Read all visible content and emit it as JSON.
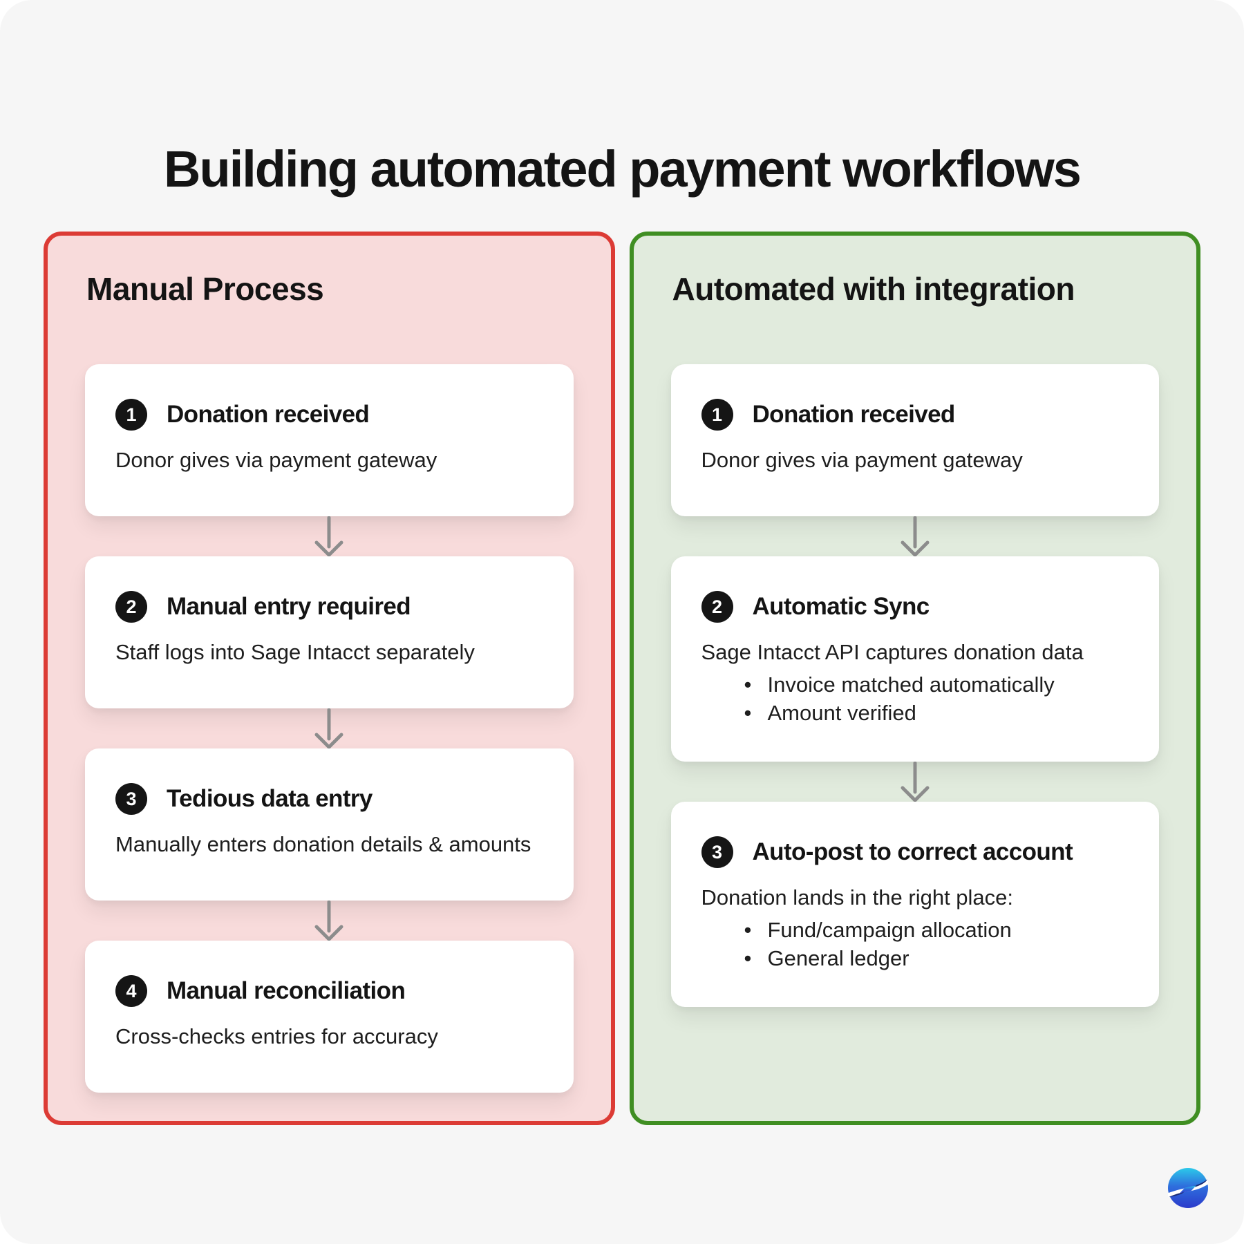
{
  "title": "Building automated payment workflows",
  "colors": {
    "page_bg": "#f6f6f6",
    "manual_border": "#dc3b35",
    "manual_bg": "#f8dbdb",
    "auto_border": "#3f8e22",
    "auto_bg": "#e1ebdd",
    "card_bg": "#ffffff",
    "badge_bg": "#151515",
    "arrow": "#8c8c8c",
    "logo_gradient_top": "#2cc9ea",
    "logo_gradient_bottom": "#2b3bcb"
  },
  "icons": {
    "step_connector": "down-arrow-icon",
    "brand": "lightning-circle-logo"
  },
  "panels": [
    {
      "id": "manual",
      "heading": "Manual Process",
      "steps": [
        {
          "number": "1",
          "title": "Donation received",
          "description": "Donor gives via payment gateway"
        },
        {
          "number": "2",
          "title": "Manual entry required",
          "description": "Staff logs into Sage Intacct separately"
        },
        {
          "number": "3",
          "title": "Tedious data entry",
          "description": "Manually enters donation details & amounts"
        },
        {
          "number": "4",
          "title": "Manual reconciliation",
          "description": "Cross-checks entries for accuracy"
        }
      ]
    },
    {
      "id": "automated",
      "heading": "Automated with integration",
      "steps": [
        {
          "number": "1",
          "title": "Donation received",
          "description": "Donor gives via payment gateway"
        },
        {
          "number": "2",
          "title": "Automatic Sync",
          "description": "Sage Intacct API captures donation data",
          "bullets": [
            "Invoice matched automatically",
            "Amount verified"
          ]
        },
        {
          "number": "3",
          "title": "Auto-post to correct account",
          "description": "Donation lands in the right place:",
          "bullets": [
            "Fund/campaign allocation",
            "General ledger"
          ]
        }
      ]
    }
  ]
}
